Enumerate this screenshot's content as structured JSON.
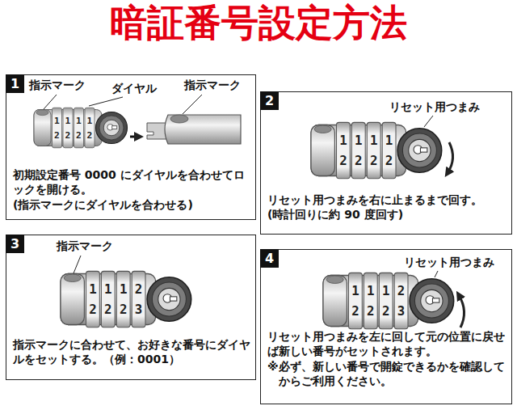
{
  "diagram": {
    "title": "暗証番号設定方法",
    "nodes": [
      {
        "text": [
          "初期設定番号 0000 にダイヤルを合わせてロックを開ける。",
          "(指示マークにダイヤルを合わせる)"
        ]
      },
      {
        "text": [
          "1"
        ],
        "in": 0
      },
      {
        "text": [
          "リセット用つまみを右に止まるまで回す。",
          "(時計回りに約 90 度回す)"
        ]
      },
      {
        "text": [
          "2"
        ],
        "in": 2
      },
      {
        "text": [
          "指示マークに合わせて、お好きな番号にダイヤルをセットする。（例：0001）"
        ]
      },
      {
        "text": [
          "3"
        ],
        "in": 4
      },
      {
        "text": [
          "リセット用つまみを左に回して元の位置に戻せば新しい番号がセットされます。",
          "※必ず、新しい番号で開錠できるかを確認してからご利用ください。"
        ]
      },
      {
        "text": [
          "4"
        ],
        "in": 6
      }
    ],
    "labels": [
      "指示マーク",
      "ダイヤル",
      "指示マーク",
      "1111",
      "2222",
      "リセット用つまみ",
      "1111",
      "2222",
      "指示マーク",
      "1112",
      "2223",
      "リセット用つまみ",
      "1112",
      "2223"
    ]
  }
}
